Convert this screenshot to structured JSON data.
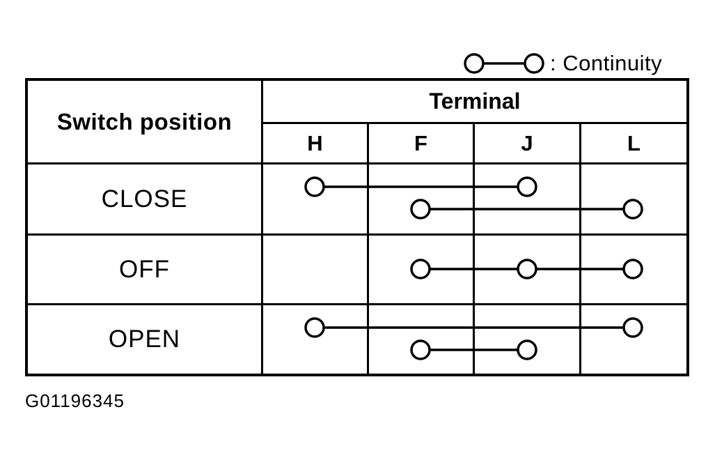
{
  "legend": {
    "symbol": "continuity-symbol",
    "label": ": Continuity"
  },
  "table": {
    "corner_header": "Switch position",
    "group_header": "Terminal",
    "terminals": [
      "H",
      "F",
      "J",
      "L"
    ],
    "rows": [
      {
        "position": "CLOSE",
        "connections": [
          {
            "terminals": [
              "H",
              "J"
            ],
            "level": "upper"
          },
          {
            "terminals": [
              "F",
              "L"
            ],
            "level": "lower"
          }
        ]
      },
      {
        "position": "OFF",
        "connections": [
          {
            "terminals": [
              "F",
              "J",
              "L"
            ],
            "level": "middle"
          }
        ]
      },
      {
        "position": "OPEN",
        "connections": [
          {
            "terminals": [
              "H",
              "L"
            ],
            "level": "upper"
          },
          {
            "terminals": [
              "F",
              "J"
            ],
            "level": "lower"
          }
        ]
      }
    ]
  },
  "figure_id": "G01196345",
  "colors": {
    "ink": "#000000",
    "paper": "#ffffff"
  }
}
